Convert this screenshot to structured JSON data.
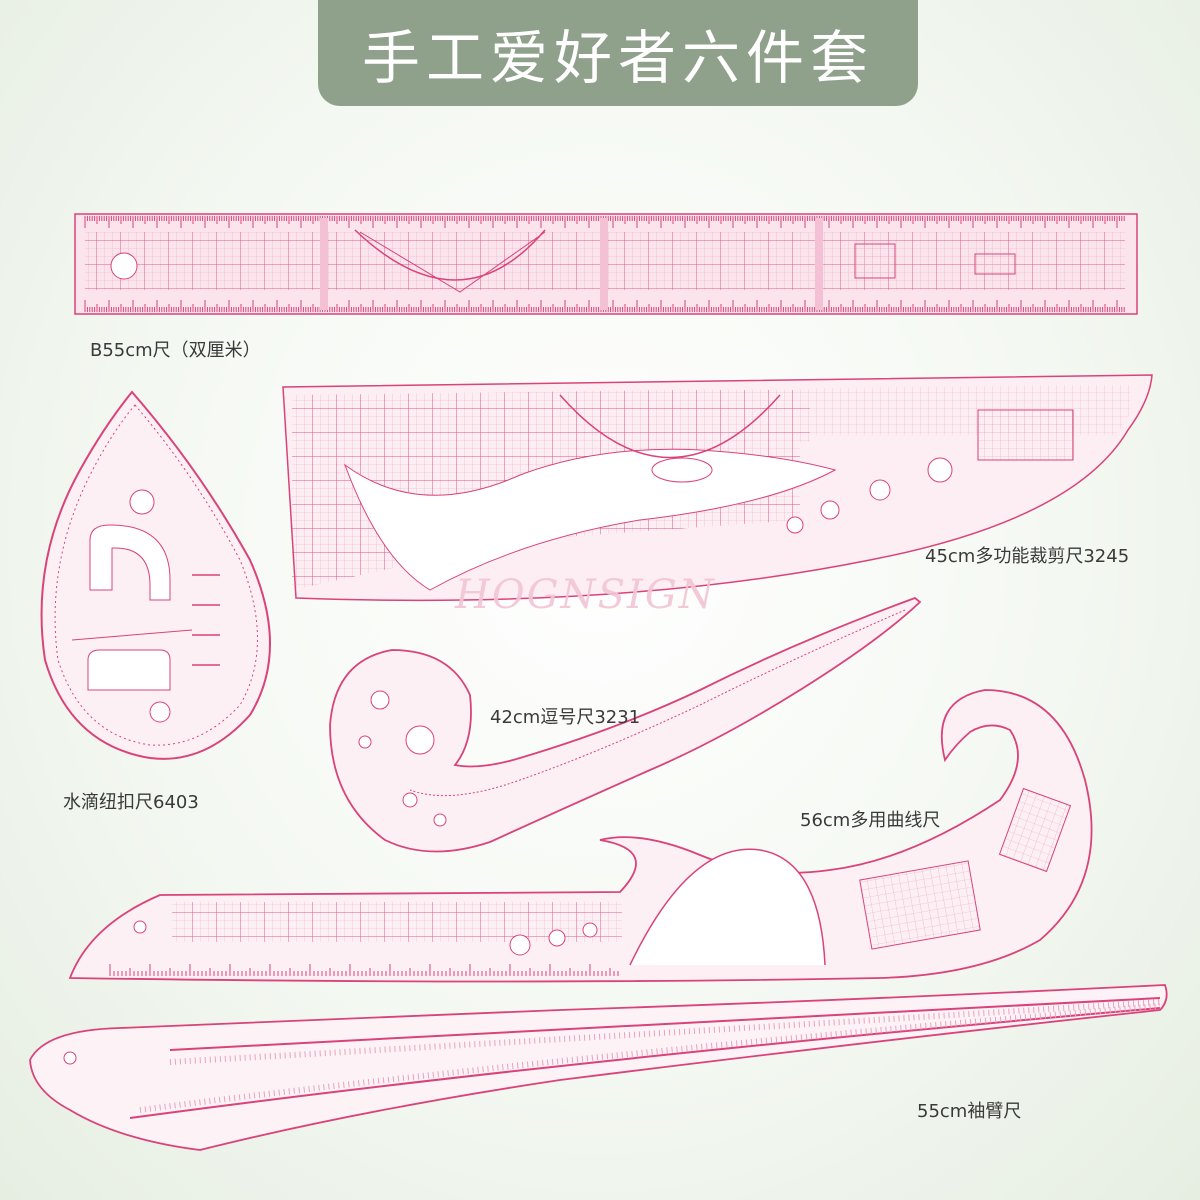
{
  "banner": {
    "title": "手工爱好者六件套"
  },
  "watermark": "HOGNSIGN",
  "colors": {
    "ruler_line": "#d9437a",
    "ruler_fill": "#fbe4ec",
    "banner_bg": "#8fa08b"
  },
  "rulers": [
    {
      "id": "straight",
      "label": "B55cm尺（双厘米）"
    },
    {
      "id": "cutting",
      "label": "45cm多功能裁剪尺3245"
    },
    {
      "id": "teardrop",
      "label": "水滴纽扣尺6403"
    },
    {
      "id": "comma",
      "label": "42cm逗号尺3231"
    },
    {
      "id": "multi-curve",
      "label": "56cm多用曲线尺"
    },
    {
      "id": "sleeve",
      "label": "55cm袖臂尺"
    }
  ]
}
